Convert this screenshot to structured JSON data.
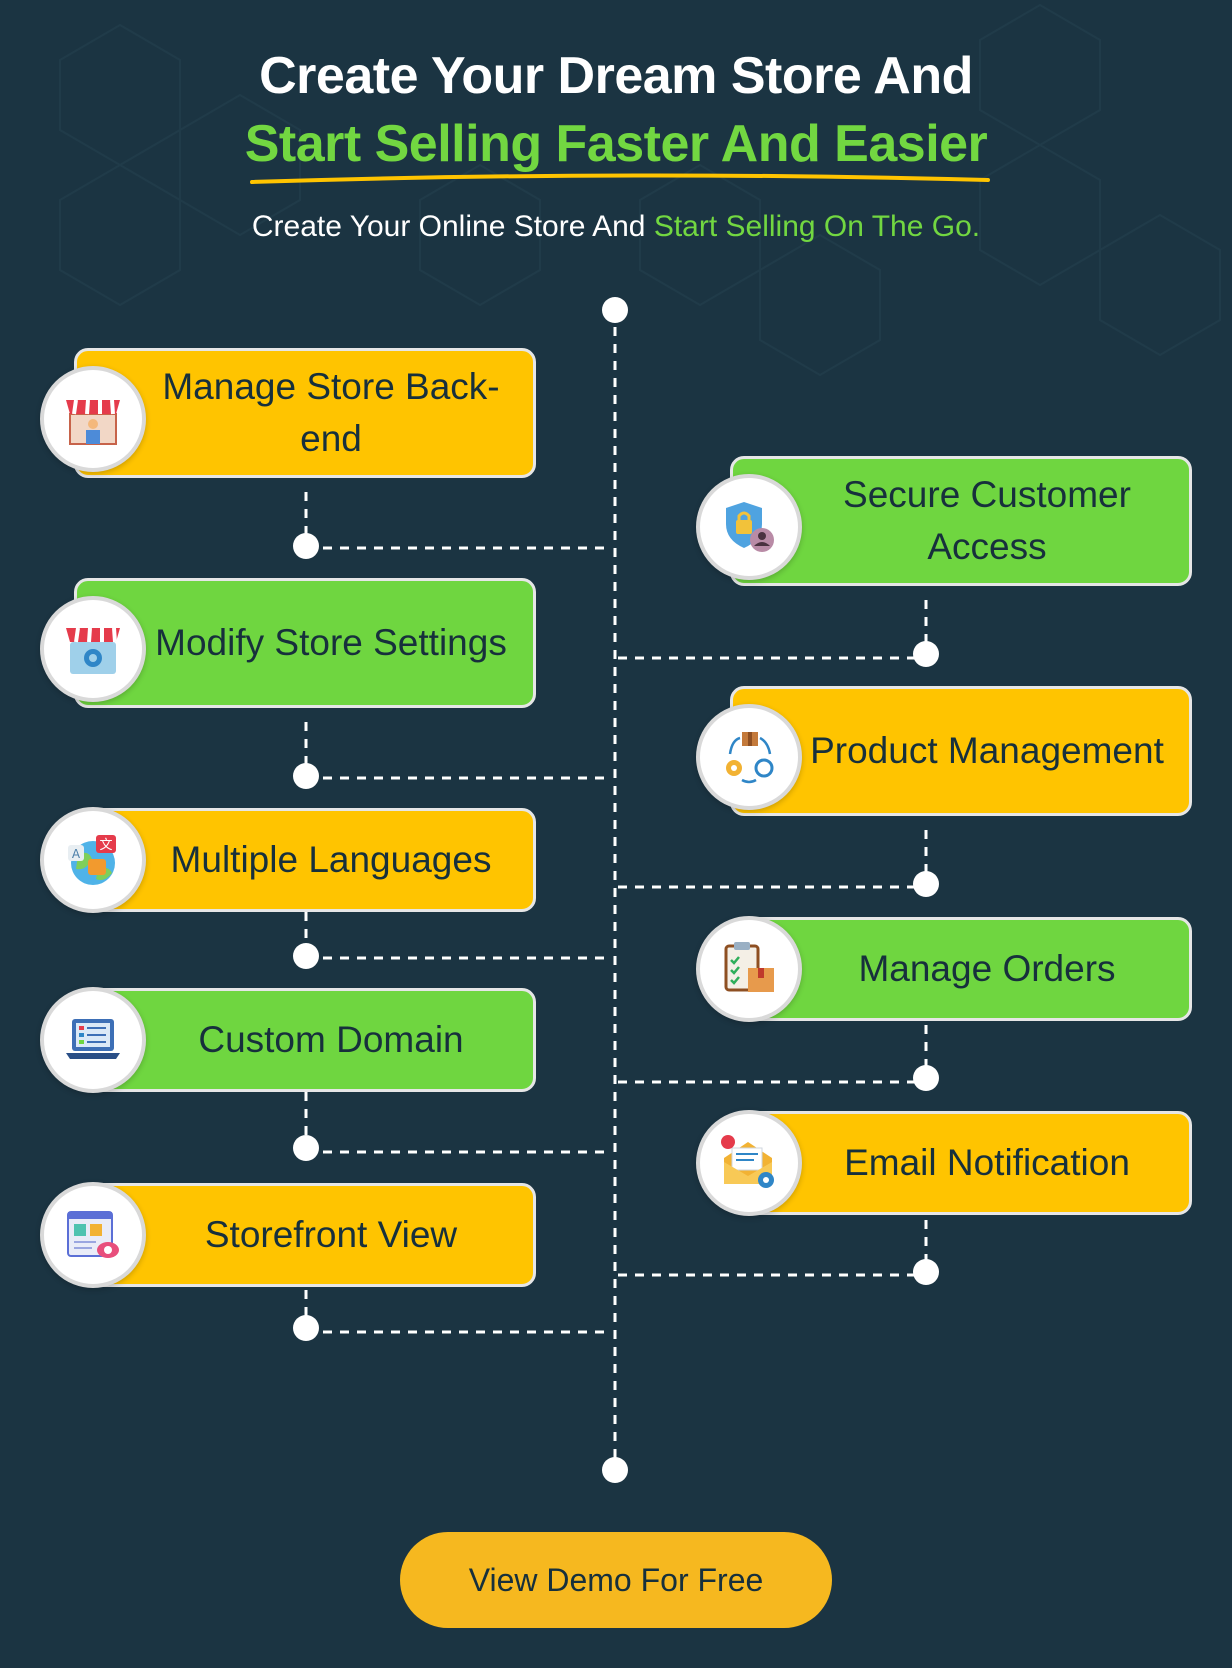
{
  "header": {
    "title_line1": "Create Your Dream Store And",
    "title_line2": "Start Selling Faster And Easier",
    "subtitle_plain": "Create Your Online Store And ",
    "subtitle_highlight": "Start Selling On The Go."
  },
  "features": {
    "left": [
      {
        "label": "Manage Store Back-end",
        "icon": "storefront-icon",
        "color": "#ffc400"
      },
      {
        "label": "Modify Store Settings",
        "icon": "store-settings-icon",
        "color": "#6fd640"
      },
      {
        "label": "Multiple Languages",
        "icon": "languages-icon",
        "color": "#ffc400"
      },
      {
        "label": "Custom Domain",
        "icon": "domain-laptop-icon",
        "color": "#6fd640"
      },
      {
        "label": "Storefront View",
        "icon": "storefront-view-icon",
        "color": "#ffc400"
      }
    ],
    "right": [
      {
        "label": "Secure Customer Access",
        "icon": "secure-shield-icon",
        "color": "#6fd640"
      },
      {
        "label": "Product Management",
        "icon": "product-cycle-icon",
        "color": "#ffc400"
      },
      {
        "label": "Manage Orders",
        "icon": "orders-clipboard-icon",
        "color": "#6fd640"
      },
      {
        "label": "Email Notification",
        "icon": "email-notification-icon",
        "color": "#ffc400"
      }
    ]
  },
  "cta": {
    "label": "View Demo For Free"
  },
  "colors": {
    "background": "#1b3442",
    "accent_green": "#72d741",
    "accent_yellow": "#ffc400",
    "button": "#f6b81f"
  }
}
